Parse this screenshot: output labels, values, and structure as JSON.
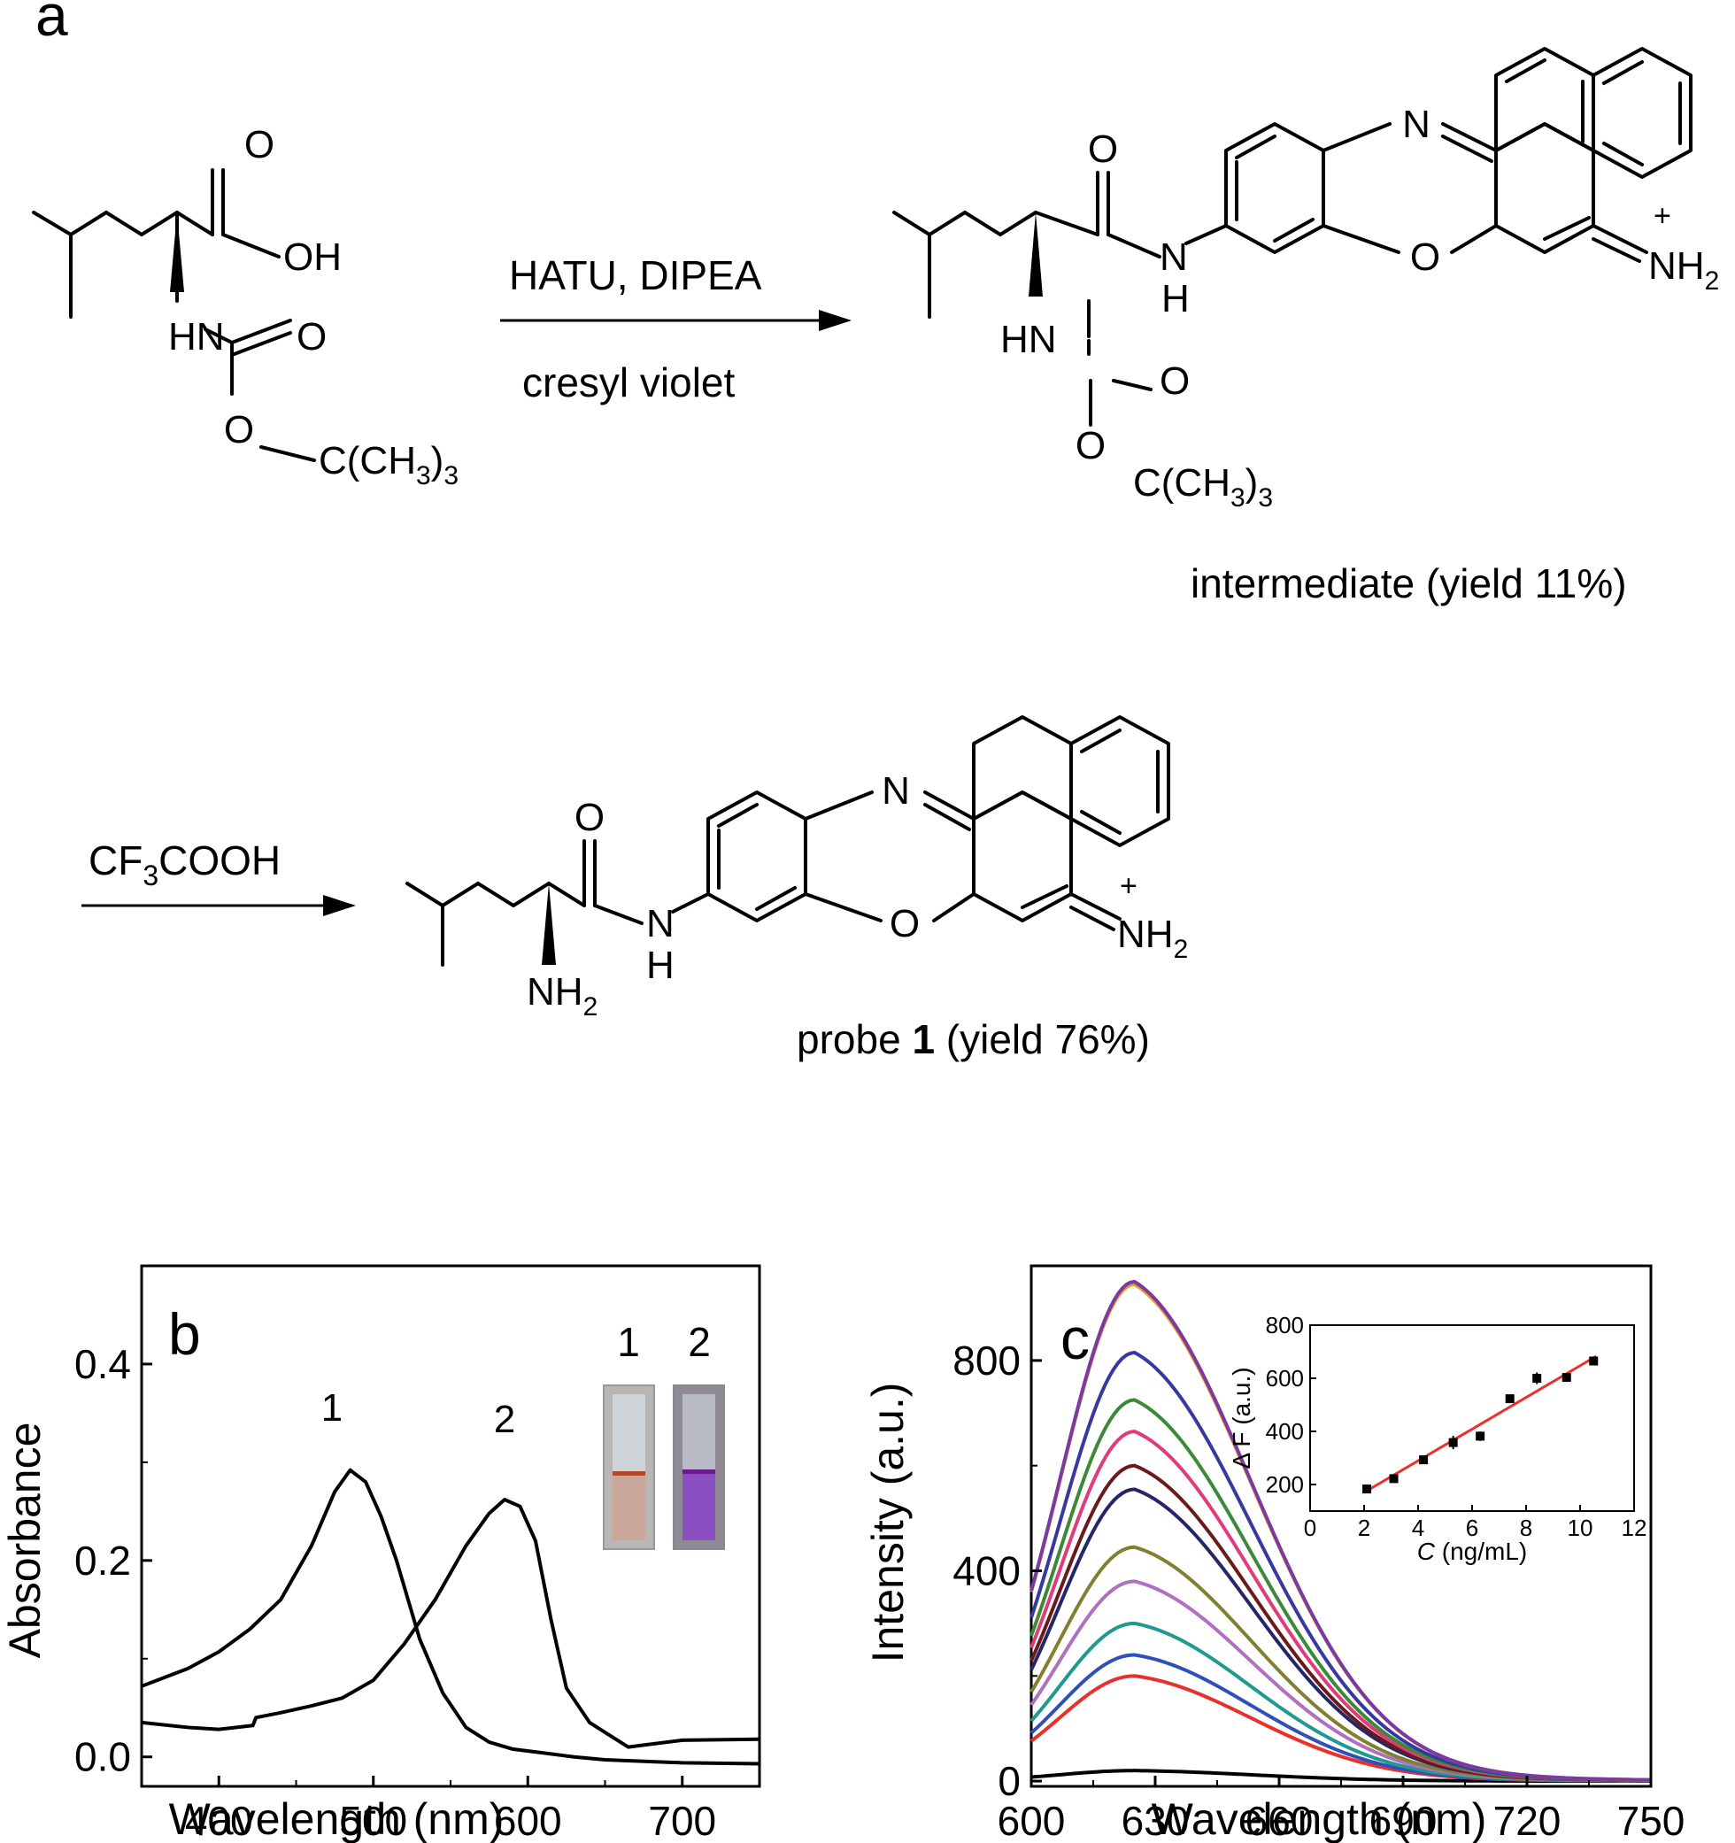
{
  "scheme": {
    "panel_label": "a",
    "step1_reagent_top": "HATU, DIPEA",
    "step1_reagent_bottom": "cresyl violet",
    "step2_reagent_pre": "CF",
    "step2_reagent_sub": "3",
    "step2_reagent_post": "COOH",
    "intermediate_caption": "intermediate (yield 11%)",
    "probe_caption_pre": "probe ",
    "probe_caption_bold": "1",
    "probe_caption_post": " (yield 76%)",
    "atoms": {
      "O": "O",
      "OH": "OH",
      "HN": "HN",
      "N": "N",
      "H": "H",
      "NH": "NH",
      "sub2": "2",
      "sub3": "3",
      "plus": "+",
      "tBu_pre": "C(CH",
      "tBu_post": ")"
    }
  },
  "chart_data": [
    {
      "panel": "b",
      "type": "line",
      "xlabel": "Wavelength (nm)",
      "ylabel": "Absorbance",
      "xlim": [
        350,
        750
      ],
      "ylim": [
        -0.03,
        0.5
      ],
      "xticks": [
        400,
        500,
        600,
        700
      ],
      "yticks": [
        0.0,
        0.2,
        0.4
      ],
      "ytick_labels": [
        "0.0",
        "0.2",
        "0.4"
      ],
      "grid": false,
      "series": [
        {
          "name": "1",
          "x": [
            350,
            380,
            400,
            420,
            440,
            460,
            475,
            485,
            495,
            505,
            515,
            530,
            545,
            560,
            575,
            590,
            610,
            630,
            650,
            700,
            750
          ],
          "y": [
            0.072,
            0.09,
            0.107,
            0.13,
            0.16,
            0.215,
            0.27,
            0.292,
            0.28,
            0.245,
            0.2,
            0.12,
            0.065,
            0.03,
            0.015,
            0.008,
            0.004,
            0.0,
            -0.003,
            -0.006,
            -0.007
          ]
        },
        {
          "name": "2",
          "x": [
            350,
            380,
            400,
            422,
            424,
            440,
            460,
            480,
            500,
            520,
            540,
            560,
            575,
            585,
            595,
            605,
            615,
            625,
            640,
            655,
            665,
            675,
            700,
            750
          ],
          "y": [
            0.035,
            0.03,
            0.028,
            0.032,
            0.04,
            0.045,
            0.052,
            0.06,
            0.078,
            0.115,
            0.16,
            0.215,
            0.248,
            0.262,
            0.255,
            0.22,
            0.14,
            0.07,
            0.035,
            0.02,
            0.01,
            0.012,
            0.017,
            0.018
          ]
        }
      ],
      "labels": [
        "1",
        "2"
      ],
      "inset_labels": [
        "1",
        "2"
      ]
    },
    {
      "panel": "c",
      "type": "line",
      "xlabel": "Wavelength (nm)",
      "ylabel": "Intensity (a.u.)",
      "xlim": [
        600,
        750
      ],
      "ylim": [
        -10,
        980
      ],
      "xticks": [
        600,
        630,
        660,
        690,
        720,
        750
      ],
      "yticks": [
        0,
        400,
        800
      ],
      "grid": false,
      "peak_x": 625,
      "series_peaks": [
        20,
        200,
        240,
        300,
        380,
        445,
        555,
        600,
        665,
        725,
        815,
        945,
        950
      ],
      "series_colors": [
        "#000000",
        "#e8312a",
        "#3050b8",
        "#1f9a8e",
        "#b070c0",
        "#808030",
        "#25256a",
        "#6a1a1a",
        "#e03c7a",
        "#3a8a3a",
        "#3838a0",
        "#e89a30",
        "#7a3aa0"
      ],
      "inset": {
        "type": "scatter",
        "xlabel_italic": "C",
        "xlabel_rest": " (ng/mL)",
        "ylabel": "Δ F (a.u.)",
        "xlim": [
          0,
          12
        ],
        "ylim": [
          100,
          800
        ],
        "xticks": [
          0,
          2,
          4,
          6,
          8,
          10,
          12
        ],
        "yticks": [
          200,
          400,
          600,
          800
        ],
        "x": [
          2.1,
          3.1,
          4.2,
          5.3,
          6.3,
          7.4,
          8.4,
          9.5,
          10.5
        ],
        "y": [
          183,
          222,
          293,
          358,
          382,
          523,
          600,
          603,
          665
        ],
        "err": [
          8,
          10,
          10,
          25,
          18,
          12,
          22,
          15,
          12
        ],
        "fit": {
          "x": [
            2.0,
            10.6
          ],
          "y": [
            170,
            683
          ],
          "color": "#e8312a"
        }
      }
    }
  ]
}
